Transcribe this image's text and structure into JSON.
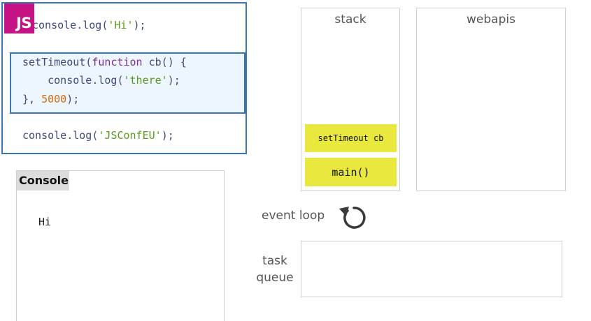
{
  "code": {
    "logo": "JS",
    "line1": {
      "p1": "console.log(",
      "s1": "'Hi'",
      "p2": ");"
    },
    "line2": {
      "p1": "setTimeout(",
      "k1": "function",
      "p2": " cb() {"
    },
    "line3": {
      "indent": "    ",
      "p1": "console.log(",
      "s1": "'there'",
      "p2": ");"
    },
    "line4": {
      "p1": "}, ",
      "n1": "5000",
      "p2": ");"
    },
    "line5": {
      "p1": "console.log(",
      "s1": "'JSConfEU'",
      "p2": ");"
    }
  },
  "console": {
    "title": "Console",
    "lines": [
      "Hi"
    ]
  },
  "stack": {
    "title": "stack",
    "frames": [
      "setTimeout cb",
      "main()"
    ]
  },
  "webapis": {
    "title": "webapis"
  },
  "event_loop": {
    "label": "event loop",
    "icon": "refresh-icon"
  },
  "task_queue": {
    "label_line1": "task",
    "label_line2": "queue"
  },
  "colors": {
    "logo": "#c61486",
    "border_blue": "#3a77b1",
    "highlight_bg": "#eef6fd",
    "keyword": "#7a2e96",
    "string": "#5c9a1d",
    "number": "#d36a10",
    "code_text": "#3d4b7e",
    "frame_yellow": "#e8e83e"
  }
}
